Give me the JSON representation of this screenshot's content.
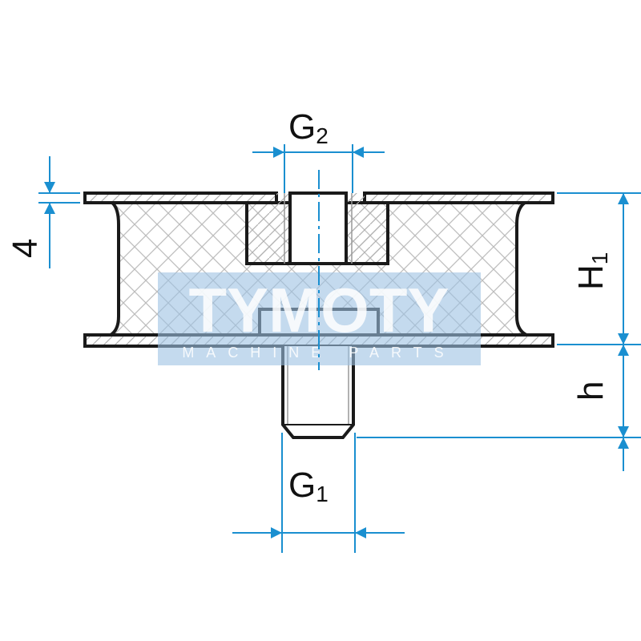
{
  "labels": {
    "g2": {
      "main": "G",
      "sub": "2"
    },
    "g1": {
      "main": "G",
      "sub": "1"
    },
    "h1": {
      "main": "H",
      "sub": "1"
    },
    "h": "h",
    "plate_thickness": "4"
  },
  "watermark": {
    "brand": "TYMOTY",
    "tagline": "MACHINE PARTS"
  },
  "colors": {
    "dimension": "#1a8fd0",
    "outline": "#1a1a1a",
    "hatch": "#b8b8b8",
    "watermark_box": "#9cc2e2"
  }
}
